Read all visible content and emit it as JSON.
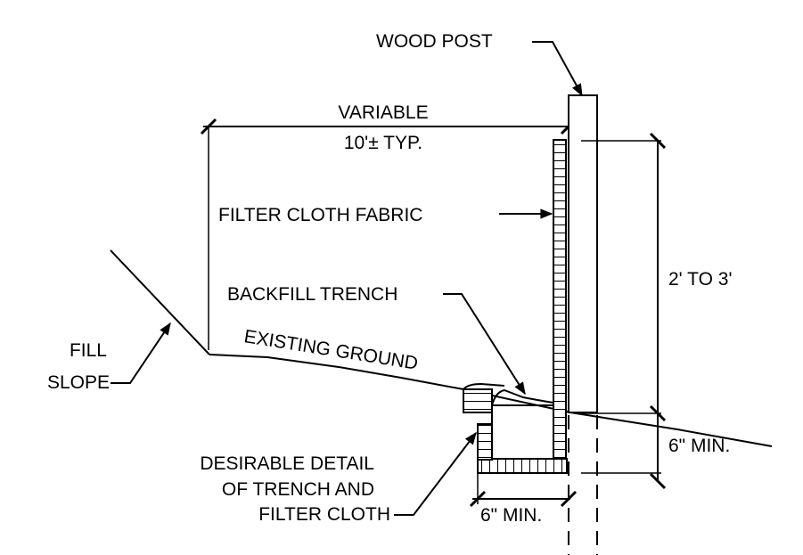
{
  "labels": {
    "wood_post": "WOOD POST",
    "variable": "VARIABLE",
    "typ_spacing": "10'± TYP.",
    "filter_cloth_fabric": "FILTER CLOTH FABRIC",
    "backfill_trench": "BACKFILL TRENCH",
    "height_range": "2' TO 3'",
    "fill_line1": "FILL",
    "fill_line2": "SLOPE",
    "existing_ground": "EXISTING GROUND",
    "desirable_line1": "DESIRABLE DETAIL",
    "desirable_line2": "OF TRENCH AND",
    "desirable_line3": "FILTER CLOTH",
    "depth_min": "6\" MIN.",
    "width_min": "6\" MIN."
  }
}
